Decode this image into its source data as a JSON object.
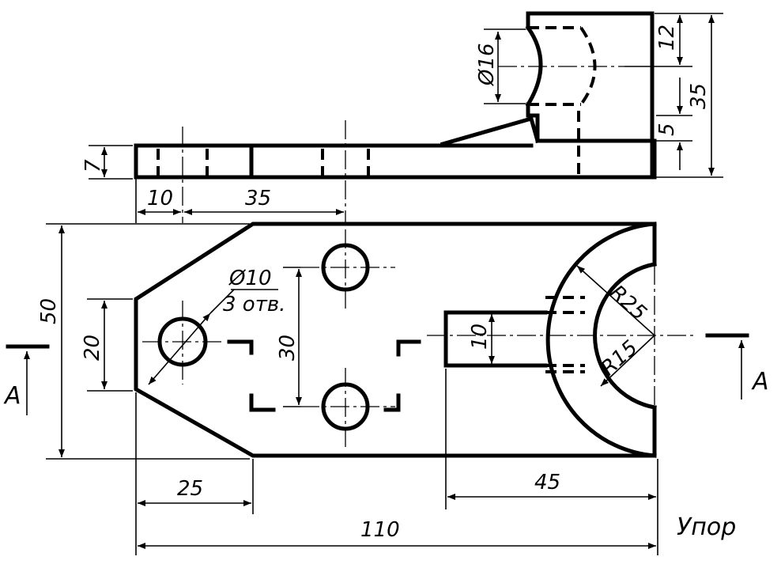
{
  "dimensions": {
    "d10_left": "10",
    "d35_top": "35",
    "d7": "7",
    "d16": "Ø16",
    "d12": "12",
    "d5": "5",
    "d35_right": "35",
    "d50": "50",
    "d20": "20",
    "d10_holes": "Ø10",
    "holes_note": "3 отв.",
    "d30": "30",
    "d10_slot": "10",
    "r25": "R25",
    "r15": "R15",
    "d25": "25",
    "d45": "45",
    "d110": "110"
  },
  "section_marks": {
    "left": "A",
    "right": "A"
  },
  "title": "Упор"
}
